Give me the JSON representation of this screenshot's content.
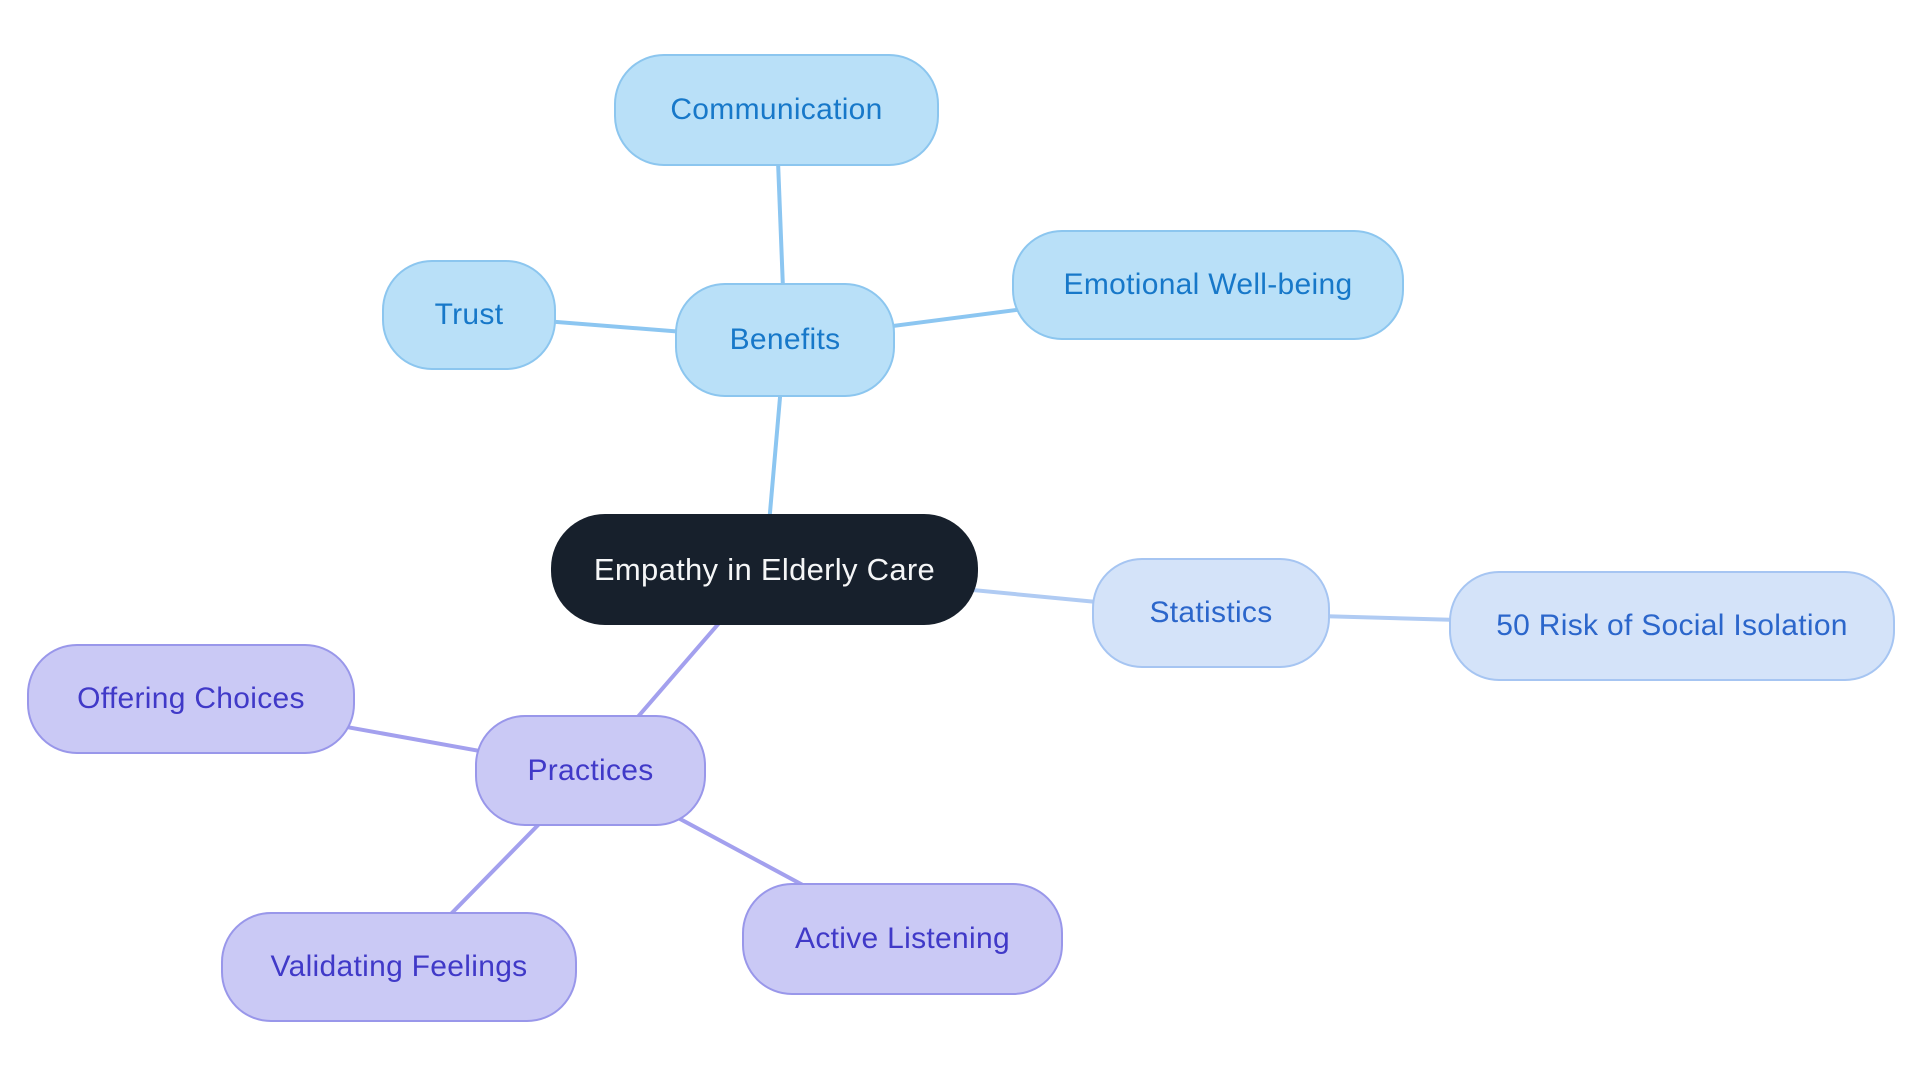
{
  "diagram": {
    "type": "mindmap",
    "background": "#ffffff",
    "center": {
      "label": "Empathy in Elderly Care",
      "fill": "#17202c",
      "text_color": "#f5f6f7"
    },
    "branches": [
      {
        "label": "Benefits",
        "fill": "#b9e0f8",
        "border": "#8cc6ef",
        "text_color": "#1778c9",
        "edge_color": "#8cc6f1",
        "children": [
          {
            "label": "Communication"
          },
          {
            "label": "Trust"
          },
          {
            "label": "Emotional Well-being"
          }
        ]
      },
      {
        "label": "Statistics",
        "fill": "#d4e3f9",
        "border": "#a6c5f2",
        "text_color": "#2b66cb",
        "edge_color": "#b0cbf3",
        "children": [
          {
            "label": "50 Risk of Social Isolation"
          }
        ]
      },
      {
        "label": "Practices",
        "fill": "#cac9f5",
        "border": "#9997ea",
        "text_color": "#4039c8",
        "edge_color": "#a3a0ee",
        "children": [
          {
            "label": "Offering Choices"
          },
          {
            "label": "Validating Feelings"
          },
          {
            "label": "Active Listening"
          }
        ]
      }
    ]
  }
}
